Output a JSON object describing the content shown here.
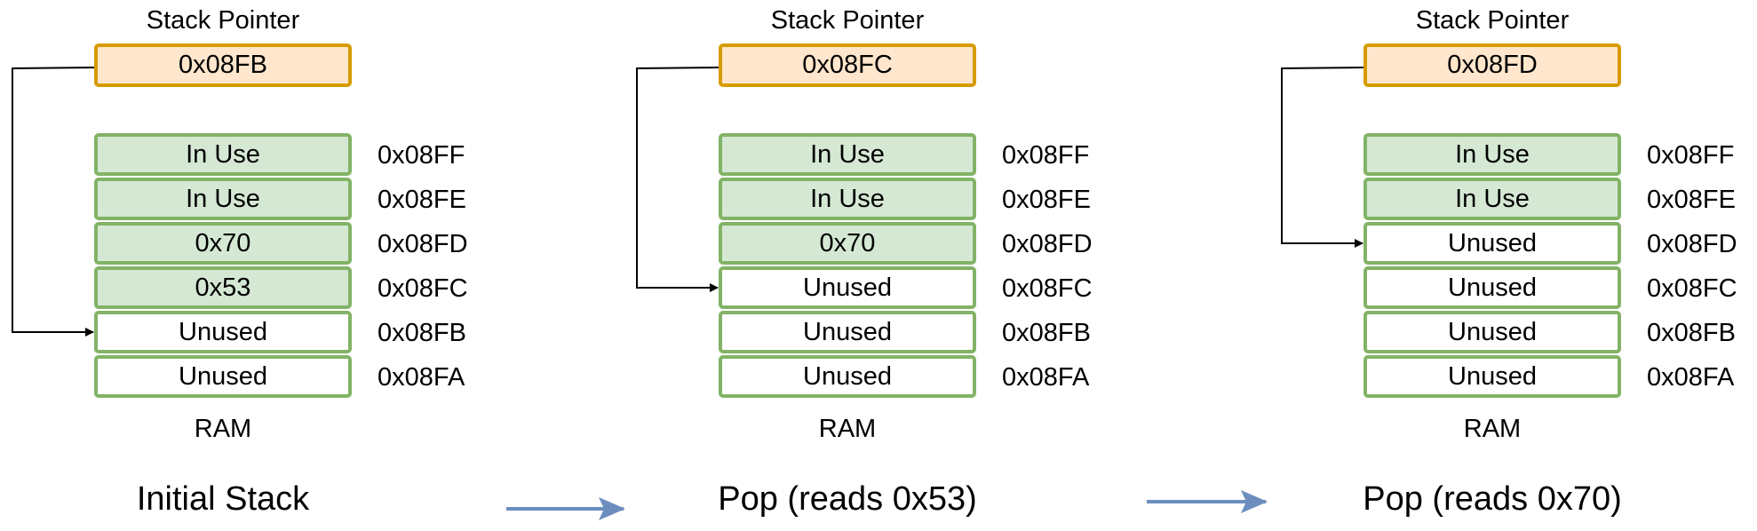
{
  "panels": [
    {
      "stack_pointer_label": "Stack Pointer",
      "stack_pointer_value": "0x08FB",
      "ram_label": "RAM",
      "caption": "Initial Stack",
      "pointed_index": 4,
      "cells": [
        {
          "label": "In Use",
          "state": "used",
          "address": "0x08FF"
        },
        {
          "label": "In Use",
          "state": "used",
          "address": "0x08FE"
        },
        {
          "label": "0x70",
          "state": "used",
          "address": "0x08FD"
        },
        {
          "label": "0x53",
          "state": "used",
          "address": "0x08FC"
        },
        {
          "label": "Unused",
          "state": "free",
          "address": "0x08FB"
        },
        {
          "label": "Unused",
          "state": "free",
          "address": "0x08FA"
        }
      ]
    },
    {
      "stack_pointer_label": "Stack Pointer",
      "stack_pointer_value": "0x08FC",
      "ram_label": "RAM",
      "caption": "Pop (reads 0x53)",
      "pointed_index": 3,
      "cells": [
        {
          "label": "In Use",
          "state": "used",
          "address": "0x08FF"
        },
        {
          "label": "In Use",
          "state": "used",
          "address": "0x08FE"
        },
        {
          "label": "0x70",
          "state": "used",
          "address": "0x08FD"
        },
        {
          "label": "Unused",
          "state": "free",
          "address": "0x08FC"
        },
        {
          "label": "Unused",
          "state": "free",
          "address": "0x08FB"
        },
        {
          "label": "Unused",
          "state": "free",
          "address": "0x08FA"
        }
      ]
    },
    {
      "stack_pointer_label": "Stack Pointer",
      "stack_pointer_value": "0x08FD",
      "ram_label": "RAM",
      "caption": "Pop (reads 0x70)",
      "pointed_index": 2,
      "cells": [
        {
          "label": "In Use",
          "state": "used",
          "address": "0x08FF"
        },
        {
          "label": "In Use",
          "state": "used",
          "address": "0x08FE"
        },
        {
          "label": "Unused",
          "state": "free",
          "address": "0x08FD"
        },
        {
          "label": "Unused",
          "state": "free",
          "address": "0x08FC"
        },
        {
          "label": "Unused",
          "state": "free",
          "address": "0x08FB"
        },
        {
          "label": "Unused",
          "state": "free",
          "address": "0x08FA"
        }
      ]
    }
  ],
  "colors": {
    "stack_pointer_fill": "#ffe6cc",
    "stack_pointer_stroke": "#d79b00",
    "used_fill": "#d5e8d4",
    "free_fill": "#ffffff",
    "cell_stroke": "#82b366",
    "transition_arrow": "#6c8ebf",
    "pointer_line": "#000000"
  }
}
